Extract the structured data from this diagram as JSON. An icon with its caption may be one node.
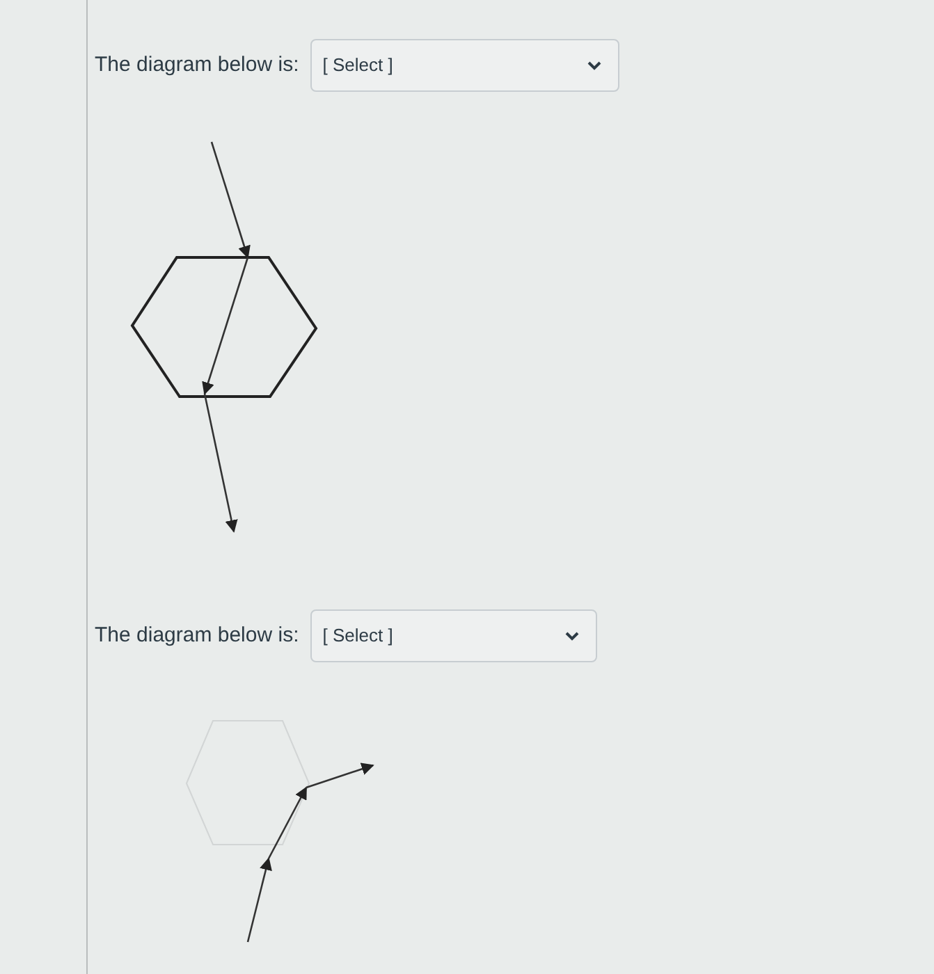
{
  "diagram": {
    "labels": [
      "The diagram below is:",
      "[ Select ]",
      "The diagram below is:",
      "[ Select ]"
    ]
  }
}
